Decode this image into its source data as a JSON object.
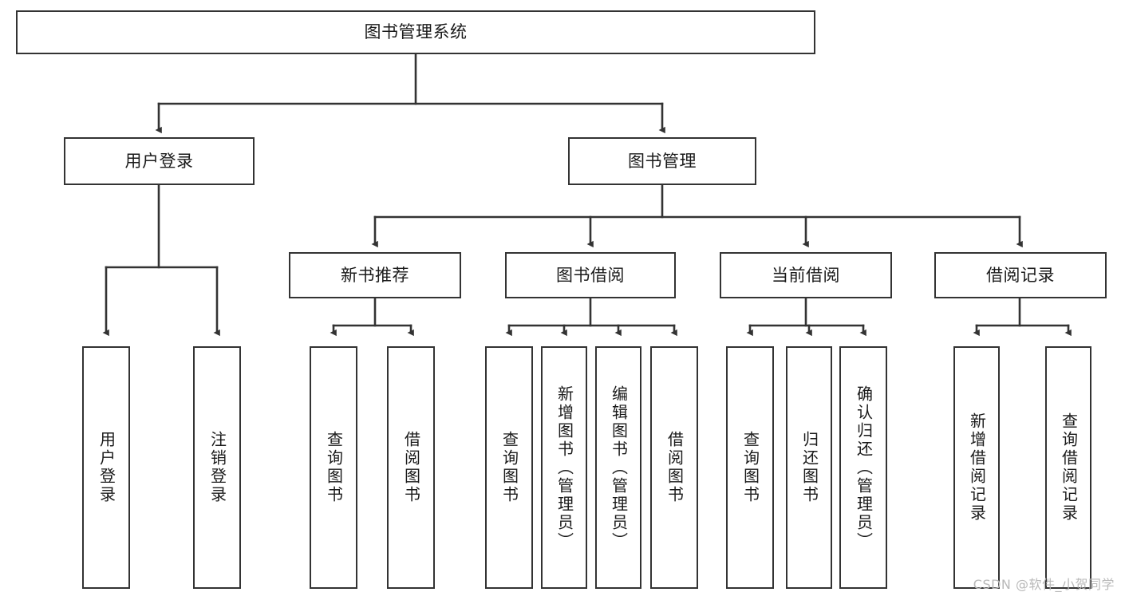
{
  "diagram": {
    "title": "图书管理系统",
    "type": "tree-hierarchy-chart",
    "watermark": "CSDN @软件_小贺同学",
    "line_color": "#333333",
    "box_fill": "#ffffff",
    "text_color": "#1a1a1a"
  },
  "nodes": {
    "root": {
      "label": "图书管理系统"
    },
    "level1": [
      {
        "label": "用户登录"
      },
      {
        "label": "图书管理"
      }
    ],
    "level2": [
      {
        "label": "新书推荐"
      },
      {
        "label": "图书借阅"
      },
      {
        "label": "当前借阅"
      },
      {
        "label": "借阅记录"
      }
    ],
    "leaves": {
      "user_login": [
        {
          "label": "用户登录"
        },
        {
          "label": "注销登录"
        }
      ],
      "new_book": [
        {
          "label": "查询图书"
        },
        {
          "label": "借阅图书"
        }
      ],
      "book_borrow": [
        {
          "label": "查询图书"
        },
        {
          "label": "新增图书（管理员）"
        },
        {
          "label": "编辑图书（管理员）"
        },
        {
          "label": "借阅图书"
        }
      ],
      "current_borrow": [
        {
          "label": "查询图书"
        },
        {
          "label": "归还图书"
        },
        {
          "label": "确认归还（管理员）"
        }
      ],
      "borrow_record": [
        {
          "label": "新增借阅记录"
        },
        {
          "label": "查询借阅记录"
        }
      ]
    }
  }
}
